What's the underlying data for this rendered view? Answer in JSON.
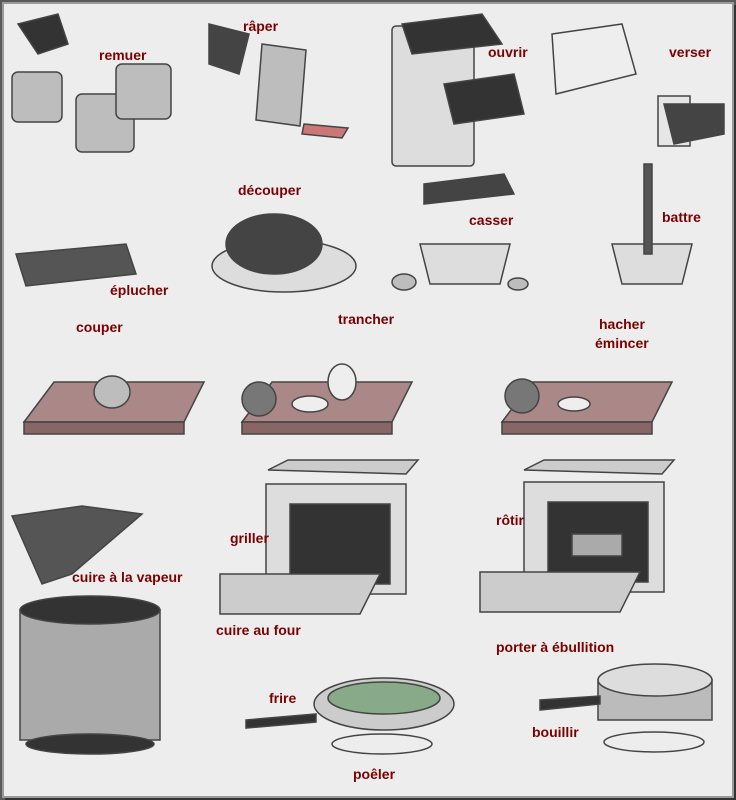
{
  "labels": {
    "remuer": "remuer",
    "raper": "râper",
    "ouvrir": "ouvrir",
    "verser": "verser",
    "decouper": "découper",
    "casser": "casser",
    "battre": "battre",
    "eplucher": "éplucher",
    "couper": "couper",
    "trancher": "trancher",
    "hacher": "hacher",
    "emincer": "émincer",
    "griller": "griller",
    "rotir": "rôtir",
    "cuire_vapeur": "cuire à la vapeur",
    "cuire_four": "cuire au four",
    "porter_ebullition": "porter à ébullition",
    "frire": "frire",
    "bouillir": "bouillir",
    "poeler": "poêler"
  },
  "colors": {
    "label": "#7d0000",
    "background": "#ededed"
  }
}
